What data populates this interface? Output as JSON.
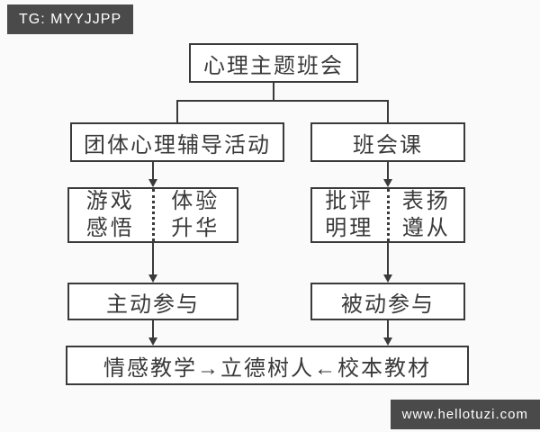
{
  "watermarks": {
    "top_left": "TG: MYYJJPP",
    "bottom_right": "www.hellotuzi.com"
  },
  "colors": {
    "ink": "#3a3a3a",
    "box_fill": "#ffffff",
    "background": "#fafafa",
    "badge_bg": "#4a4a4a",
    "badge_text": "#ffffff"
  },
  "flow": {
    "root": "心理主题班会",
    "left": {
      "title": "团体心理辅导活动",
      "pair": {
        "col1": [
          "游戏",
          "感悟"
        ],
        "col2": [
          "体验",
          "升华"
        ]
      },
      "result": "主动参与"
    },
    "right": {
      "title": "班会课",
      "pair": {
        "col1": [
          "批评",
          "明理"
        ],
        "col2": [
          "表扬",
          "遵从"
        ]
      },
      "result": "被动参与"
    },
    "bottom": "情感教学→立德树人←校本教材"
  }
}
